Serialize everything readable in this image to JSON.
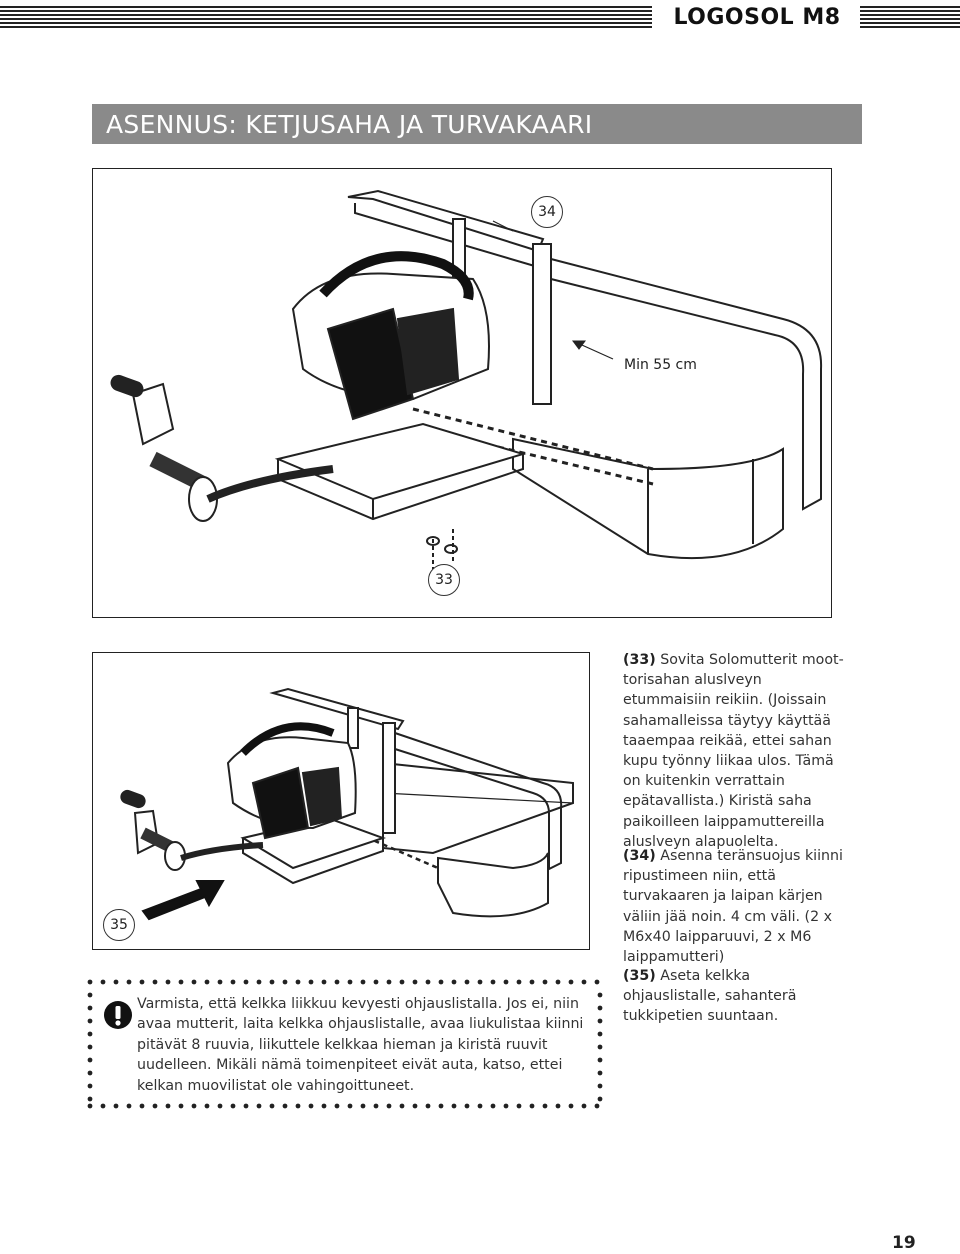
{
  "header": {
    "brand": "LOGOSOL M8"
  },
  "section_title": "ASENNUS: KETJUSAHA JA TURVAKAARI",
  "figure_top": {
    "callout_34": "34",
    "callout_33": "33",
    "dimension_label": "Min 55 cm"
  },
  "figure_bottom": {
    "callout_35": "35"
  },
  "instructions": [
    {
      "num": "(33)",
      "text": "Sovita Solomutterit moot­torisahan aluslveyn etummaisiin reikiin. (Joissain sahamalleissa täytyy käyttää taaempaa reikää, ettei sahan kupu työnny liikaa ulos. Tämä on kuitenkin verrat­tain epätavallista.) Kiristä saha paikoilleen laippamuttereilla aluslveyn alapuolelta."
    },
    {
      "num": "(34)",
      "text": "Asenna teränsuojus kiinni ri­pustimeen niin, että turvakaaren ja laipan kärjen väliin jää noin. 4 cm väli. (2 x M6x40 laipparuuvi, 2 x M6 laippamutteri)"
    },
    {
      "num": "(35)",
      "text": "Aseta kelkka ohjauslistalle, sahanterä tukkipetien suuntaan."
    }
  ],
  "warning": {
    "icon": "exclamation-icon",
    "text": "Varmista, että kelkka liikkuu kevyesti ohjauslistalla. Jos ei, niin avaa mutterit, laita kelkka ohjauslistalle, avaa liukulistaa kiinni pitävät 8 ruuvia, liikuttele kelkkaa hieman ja kiristä ruuvit uudelleen. Mikäli nämä toimenpiteet eivät auta, katso, ettei kelkan muovilistat ole vahingoittuneet."
  },
  "page_number": "19"
}
